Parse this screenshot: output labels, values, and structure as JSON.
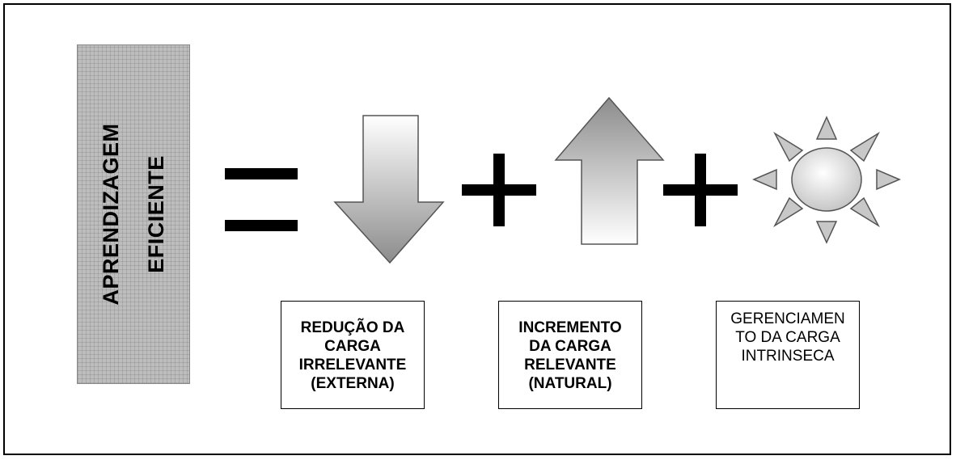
{
  "left_box": {
    "lines": [
      "APRENDIZAGEM",
      "EFICIENTE"
    ]
  },
  "operators": {
    "equals": "=",
    "plus": "+"
  },
  "components": [
    {
      "icon": "down-arrow-icon",
      "lines": [
        "REDUÇÃO DA",
        "CARGA",
        "IRRELEVANTE",
        "(EXTERNA)"
      ]
    },
    {
      "icon": "up-arrow-icon",
      "lines": [
        "INCREMENTO",
        "DA CARGA",
        "RELEVANTE",
        "(NATURAL)"
      ]
    },
    {
      "icon": "sun-icon",
      "lines": [
        "GERENCIAMEN",
        "TO DA CARGA",
        "INTRINSECA"
      ]
    }
  ],
  "colors": {
    "box_fill": "#bdbdbd",
    "arrow_gradient_dark": "#8c8c8c",
    "arrow_gradient_light": "#ffffff",
    "sun_ray_fill": "#c8c8c8"
  }
}
